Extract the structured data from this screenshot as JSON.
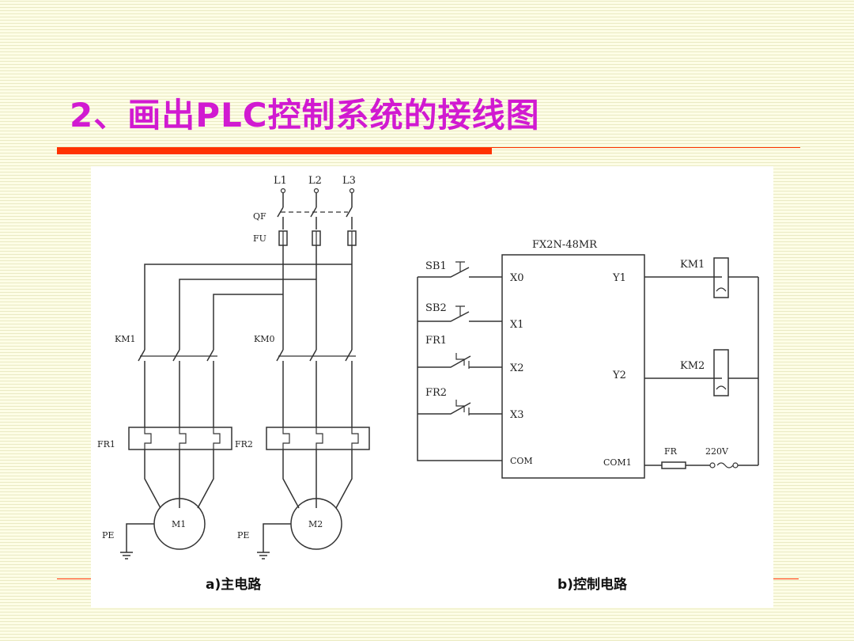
{
  "slide": {
    "title": "2、画出PLC控制系统的接线图",
    "colors": {
      "title": "#d11ad1",
      "rule": "#ff3300",
      "background": "#fdfde6"
    }
  },
  "main_circuit": {
    "caption": "a)主电路",
    "phases": [
      "L1",
      "L2",
      "L3"
    ],
    "breaker": "QF",
    "fuse": "FU",
    "contactors": [
      "KM1",
      "KM0"
    ],
    "overloads": [
      "FR1",
      "FR2"
    ],
    "motors": [
      "M1",
      "M2"
    ],
    "grounds": [
      "PE",
      "PE"
    ]
  },
  "control_circuit": {
    "caption": "b)控制电路",
    "plc_model": "FX2N-48MR",
    "inputs": [
      "X0",
      "X1",
      "X2",
      "X3",
      "COM"
    ],
    "outputs": [
      "Y1",
      "Y2",
      "COM1"
    ],
    "switches": [
      "SB1",
      "SB2",
      "FR1",
      "FR2"
    ],
    "coils": [
      "KM1",
      "KM2"
    ],
    "fuse": "FR",
    "supply": "220V"
  }
}
